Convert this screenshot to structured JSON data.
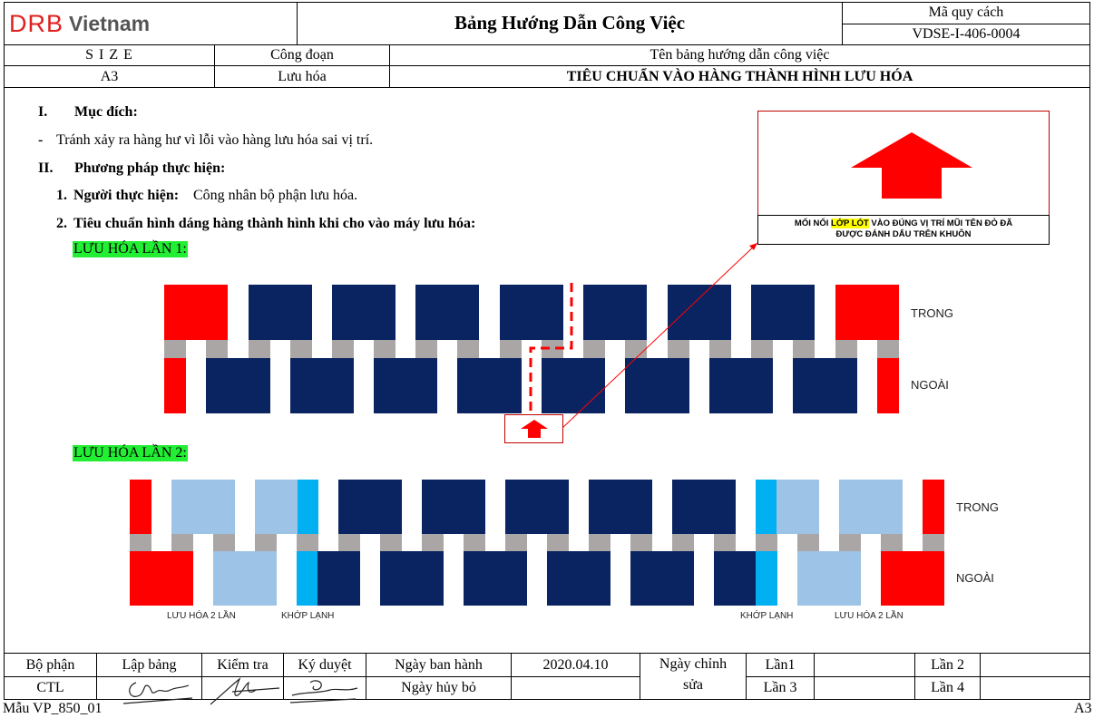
{
  "header": {
    "logo_brand": "DRB",
    "logo_country": "Vietnam",
    "title": "Bảng Hướng Dẫn Công Việc",
    "code_label": "Mã quy cách",
    "code_value": "VDSE-I-406-0004",
    "size_label": "S I Z E",
    "size_value": "A3",
    "process_label": "Công đoạn",
    "process_value": "Lưu hóa",
    "guide_label": "Tên bảng hướng dẫn công việc",
    "guide_value": "TIÊU CHUẨN VÀO HÀNG THÀNH HÌNH LƯU HÓA"
  },
  "content": {
    "sec1_num": "I.",
    "sec1_title": "Mục đích:",
    "sec1_dash": "-",
    "sec1_text": "Tránh xảy ra hàng hư vì lỗi vào hàng lưu hóa sai vị trí.",
    "sec2_num": "II.",
    "sec2_title": "Phương pháp thực hiện:",
    "item1_num": "1.",
    "item1_bold": "Người thực hiện:",
    "item1_text": "Công nhân bộ phận lưu hóa.",
    "item2_num": "2.",
    "item2_text": "Tiêu chuẩn hình dáng hàng thành hình khi cho vào máy lưu hóa:",
    "phase1": "LƯU HÓA LẦN 1:",
    "phase2": "LƯU HÓA LẦN 2:"
  },
  "callout": {
    "text_before": "MỐI NỐI",
    "text_highlight": "LỚP LÓT",
    "text_after": "VÀO ĐÚNG VỊ TRÍ MŨI TÊN ĐỎ ĐÃ",
    "text_line2": "ĐƯỢC ĐÁNH DẤU TRÊN KHUÔN"
  },
  "diagram1": {
    "label_top": "TRONG",
    "label_bottom": "NGOÀI"
  },
  "diagram2": {
    "label_top": "TRONG",
    "label_bottom": "NGOÀI",
    "note_left_1": "LƯU HÓA 2 LẦN",
    "note_left_2": "KHỚP LẠNH",
    "note_right_1": "KHỚP LẠNH",
    "note_right_2": "LƯU HÓA 2 LẦN"
  },
  "footer": {
    "dept_label": "Bộ phận",
    "dept_value": "CTL",
    "made_label": "Lập bảng",
    "check_label": "Kiểm tra",
    "approve_label": "Ký duyệt",
    "issue_label": "Ngày ban hành",
    "issue_date": "2020.04.10",
    "revise_label_1": "Ngày chỉnh",
    "revise_label_2": "sửa",
    "rev1": "Lần1",
    "rev2": "Lần 2",
    "rev3": "Lần 3",
    "rev4": "Lần 4",
    "cancel_label": "Ngày hủy bỏ",
    "form_code": "Mẫu VP_850_01",
    "page_size": "A3"
  },
  "colors": {
    "navy": "#0a2461",
    "red": "#ff0000",
    "grey": "#aaa6a6",
    "light_blue": "#9dc3e6",
    "cyan": "#00b0f0",
    "highlight_green": "#22ee33",
    "highlight_yellow": "#ffff00",
    "logo_red": "#e0201c"
  }
}
